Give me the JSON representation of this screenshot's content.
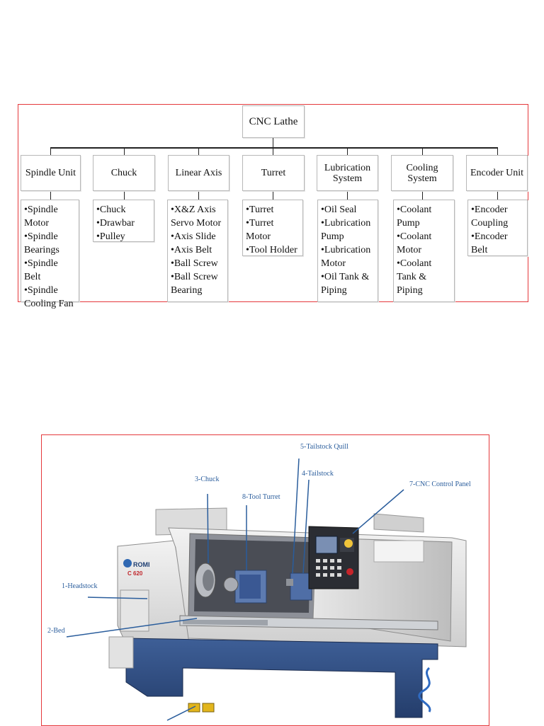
{
  "tree": {
    "root": "CNC Lathe",
    "categories": [
      {
        "label": "Spindle Unit",
        "items": [
          "•Spindle\nMotor",
          "•Spindle\nBearings",
          "•Spindle Belt",
          "•Spindle\nCooling Fan"
        ]
      },
      {
        "label": "Chuck",
        "items": [
          "•Chuck",
          "•Drawbar",
          "•Pulley"
        ]
      },
      {
        "label": "Linear Axis",
        "items": [
          "•X&Z Axis\nServo Motor",
          "•Axis Slide",
          "•Axis Belt",
          "•Ball  Screw",
          "•Ball Screw\nBearing"
        ]
      },
      {
        "label": "Turret",
        "items": [
          "•Turret",
          "•Turret\nMotor",
          "•Tool Holder"
        ]
      },
      {
        "label": "Lubrication\nSystem",
        "items": [
          "•Oil Seal",
          "•Lubrication\nPump",
          "•Lubrication\nMotor",
          "•Oil Tank &\nPiping"
        ]
      },
      {
        "label": "Cooling\nSystem",
        "items": [
          "•Coolant\nPump",
          "•Coolant\nMotor",
          "•Coolant\nTank &\nPiping"
        ]
      },
      {
        "label": "Encoder Unit",
        "items": [
          "•Encoder\nCoupling",
          "•Encoder\nBelt"
        ]
      }
    ]
  },
  "machine": {
    "callouts": {
      "tailstock_quill": "5-Tailstock Quill",
      "chuck": "3-Chuck",
      "tailstock": "4-Tailstock",
      "control_panel": "7-CNC Control Panel",
      "tool_turret": "8-Tool Turret",
      "headstock": "1-Headstock",
      "bed": "2-Bed"
    },
    "brand": "ROMI",
    "model": "C 620"
  }
}
